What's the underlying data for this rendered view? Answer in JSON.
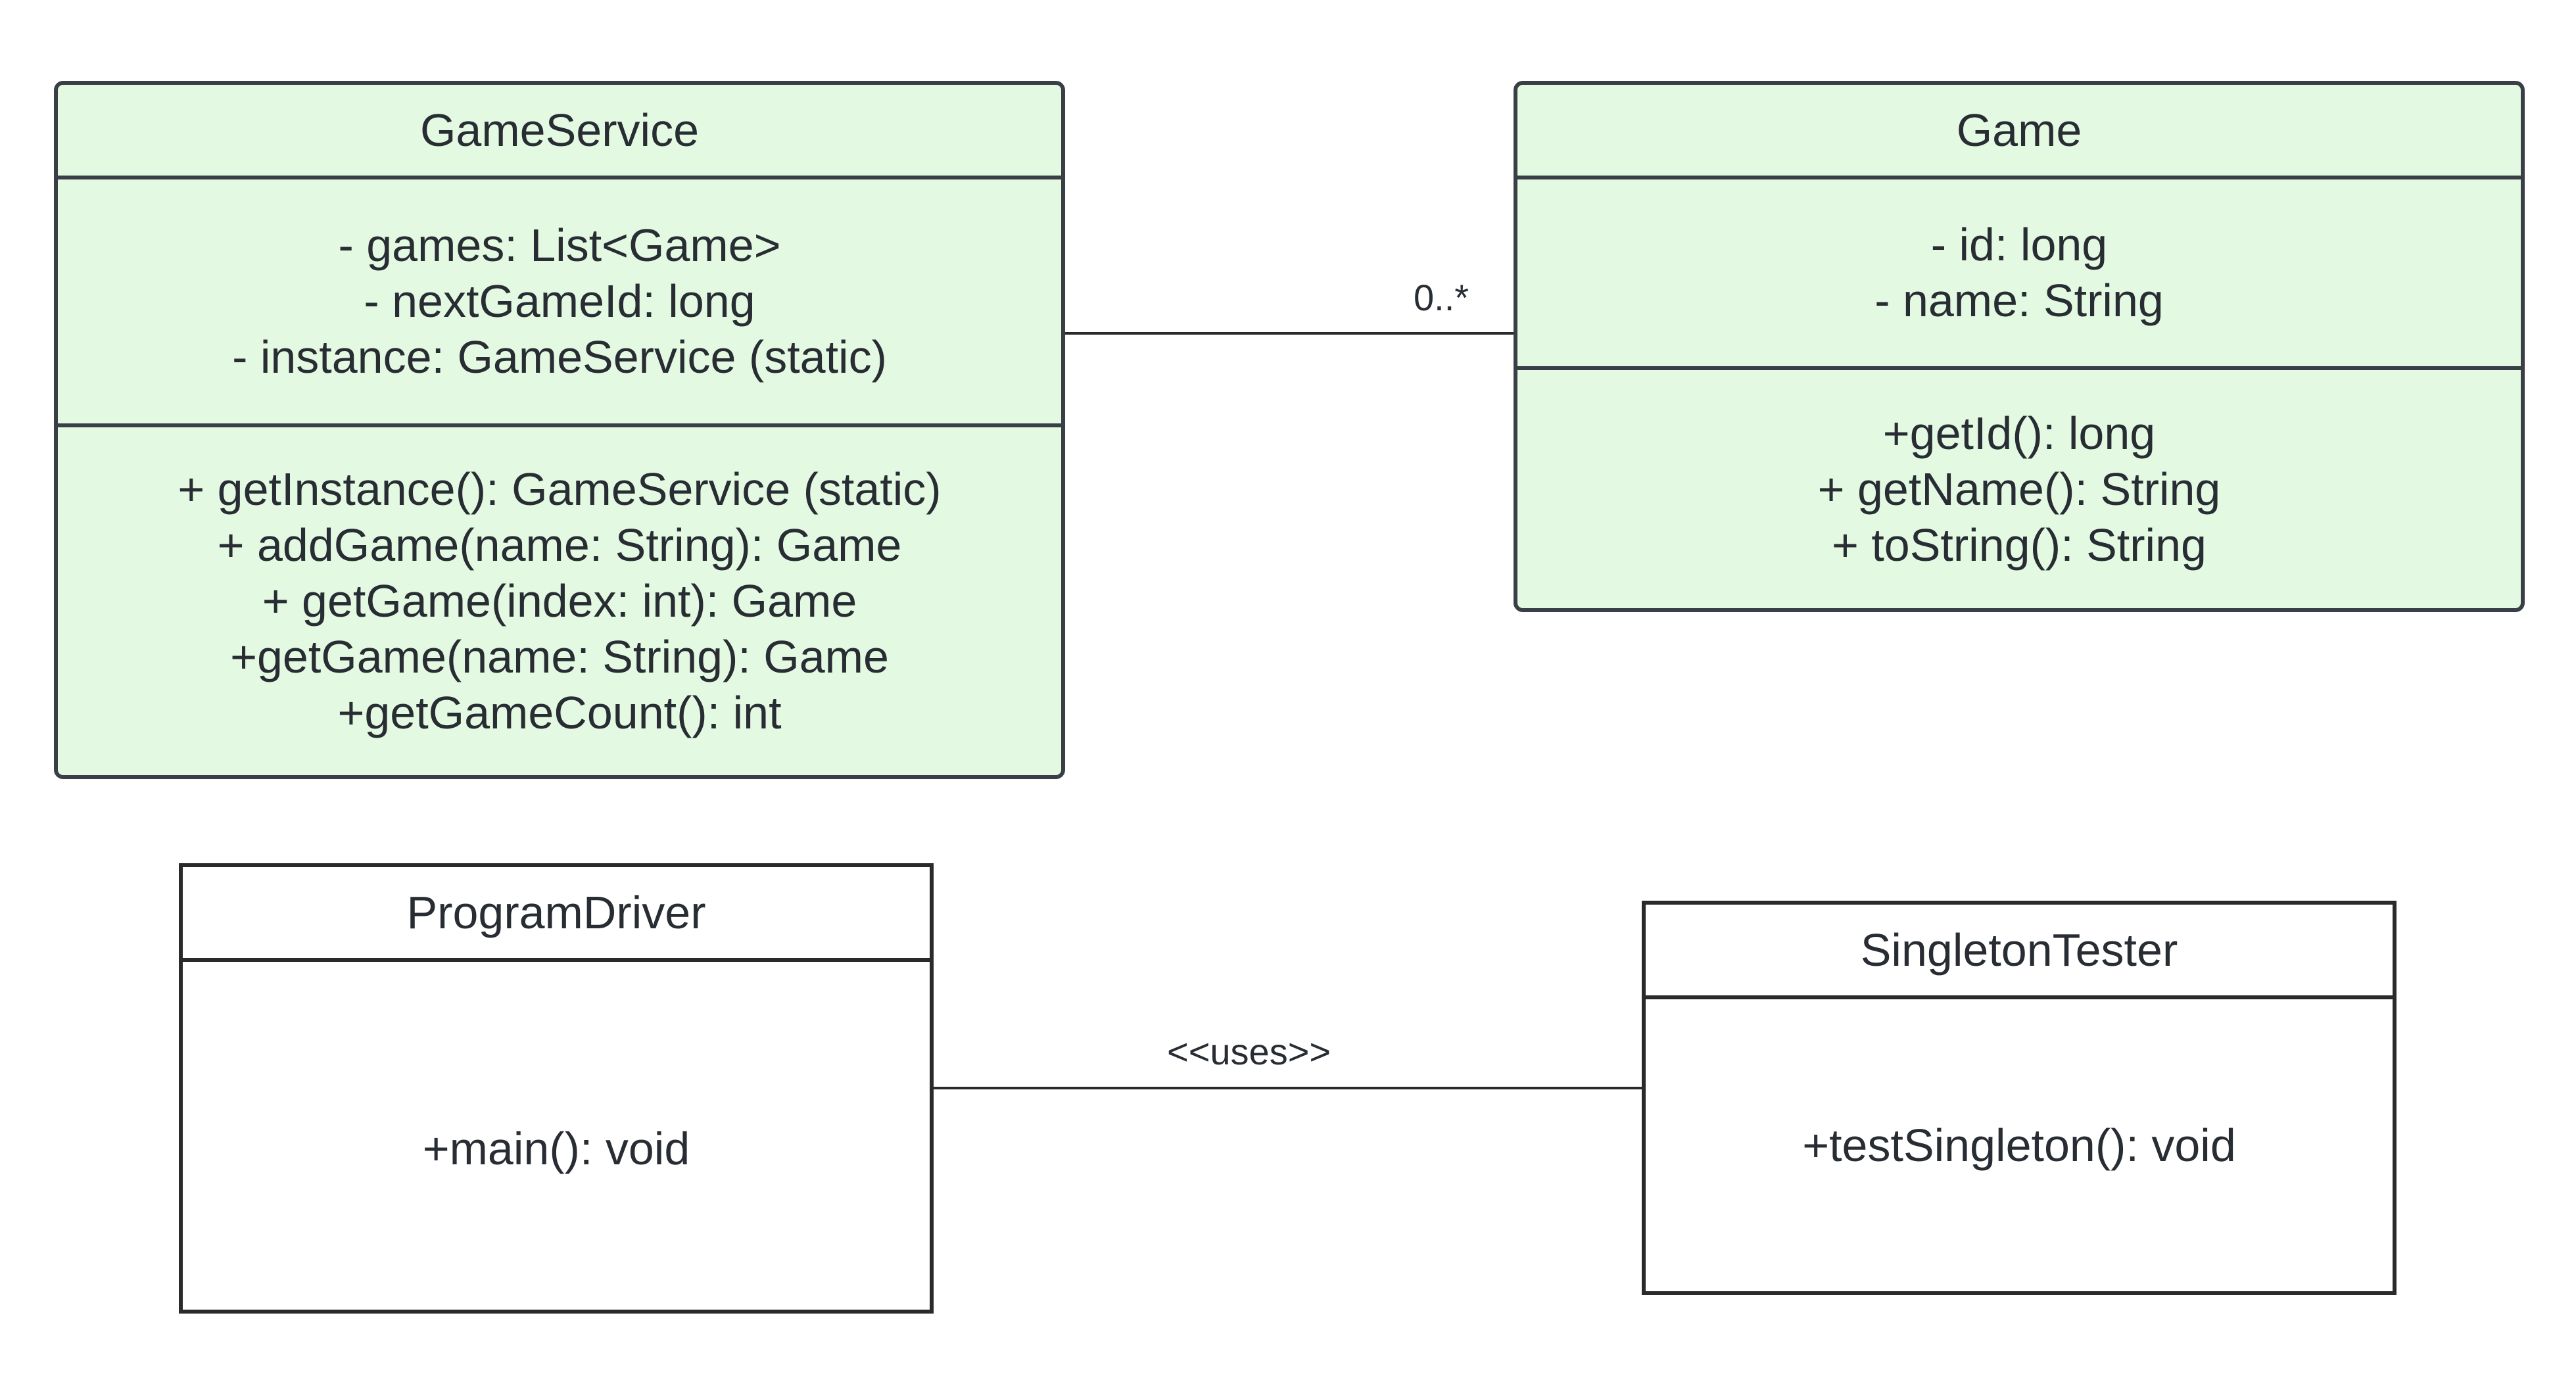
{
  "classes": {
    "game_service": {
      "name": "GameService",
      "attributes": [
        "- games: List<Game>",
        "- nextGameId: long",
        "- instance: GameService (static)"
      ],
      "methods": [
        "+ getInstance(): GameService (static)",
        "+ addGame(name: String): Game",
        "+ getGame(index: int): Game",
        "+getGame(name: String): Game",
        "+getGameCount(): int"
      ]
    },
    "game": {
      "name": "Game",
      "attributes": [
        "- id: long",
        "- name: String"
      ],
      "methods": [
        "+getId(): long",
        "+ getName(): String",
        "+ toString(): String"
      ]
    },
    "program_driver": {
      "name": "ProgramDriver",
      "methods": [
        "+main(): void"
      ]
    },
    "singleton_tester": {
      "name": "SingletonTester",
      "methods": [
        "+testSingleton(): void"
      ]
    }
  },
  "relations": {
    "service_game_multiplicity": "0..*",
    "driver_tester_stereotype": "<<uses>>"
  },
  "colors": {
    "class_fill": "#e3f9e2",
    "class_border": "#3a3f47",
    "plain_border": "#2a2a2a",
    "text": "#282c33"
  }
}
